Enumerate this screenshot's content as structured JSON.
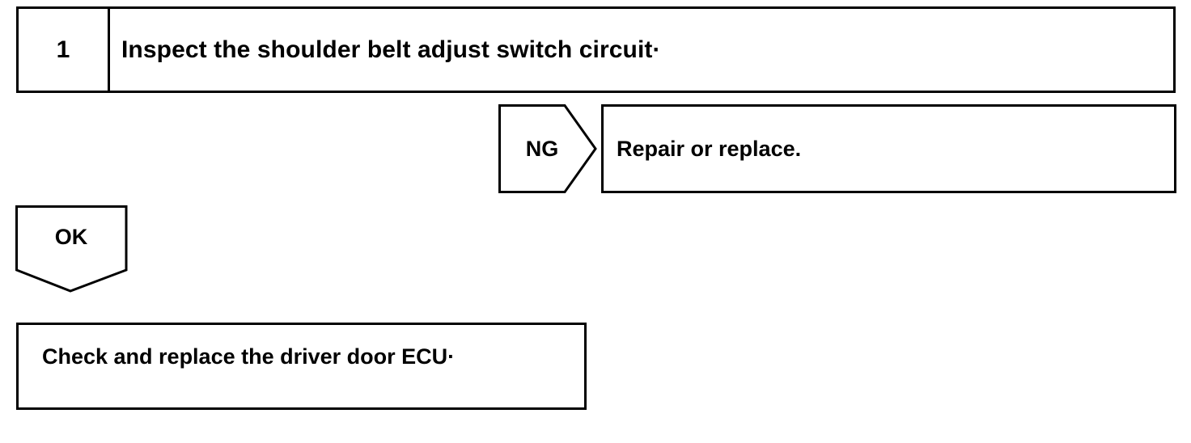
{
  "step": {
    "number": "1",
    "title": "Inspect the shoulder belt adjust switch circuit·"
  },
  "ng_branch": {
    "label": "NG",
    "result": "Repair or replace."
  },
  "ok_branch": {
    "label": "OK"
  },
  "final_action": {
    "text": "Check and replace the driver door ECU·"
  }
}
